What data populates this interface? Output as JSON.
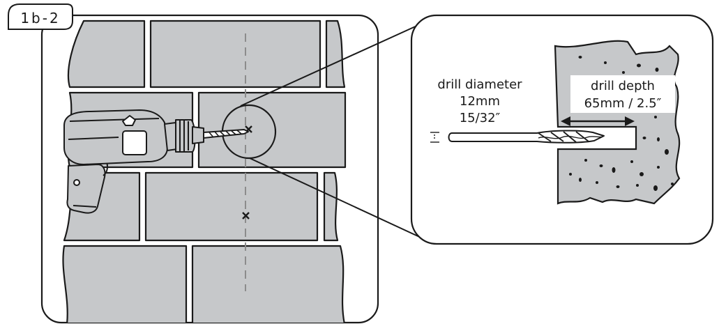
{
  "step_label": "1b-2",
  "detail": {
    "diameter": {
      "title": "drill diameter",
      "metric": "12mm",
      "imperial": "15/32″"
    },
    "depth": {
      "title": "drill depth",
      "value": "65mm / 2.5″"
    }
  },
  "colors": {
    "brick": "#c6c8ca",
    "concrete": "#c6c8ca",
    "outline": "#1a1a1a",
    "paper": "#ffffff"
  }
}
